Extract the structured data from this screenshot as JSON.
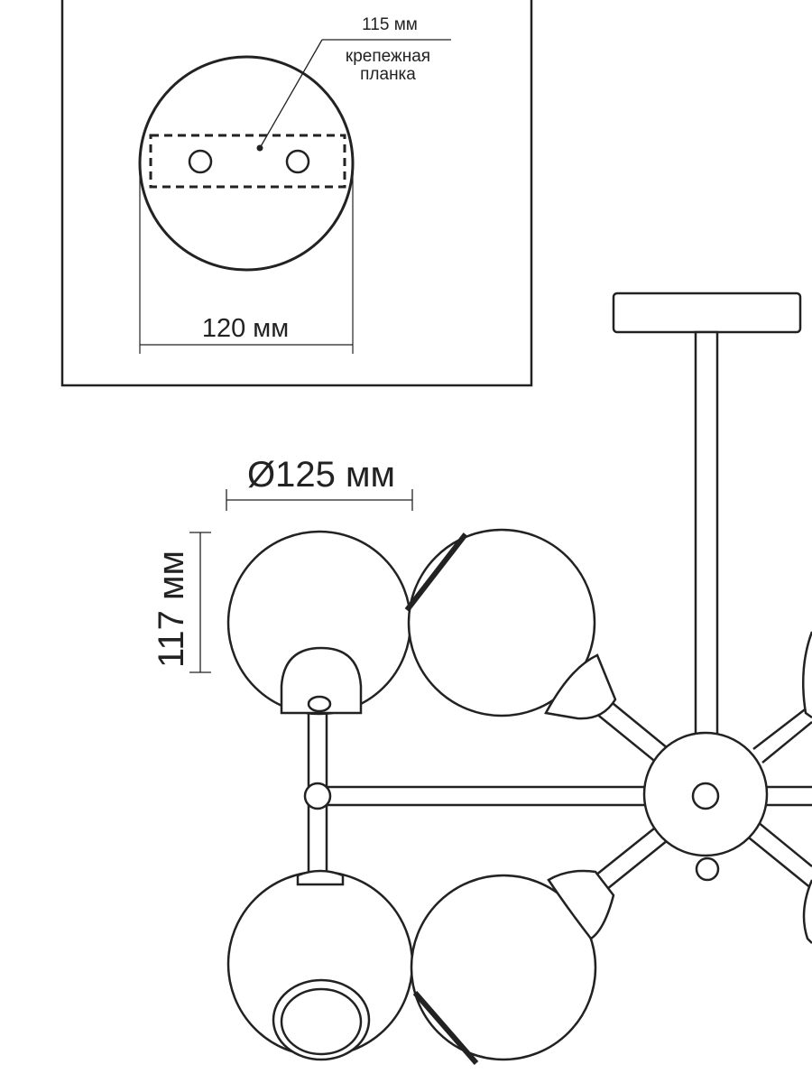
{
  "inset": {
    "plate_width_label": "115 мм",
    "plate_name_line1": "крепежная",
    "plate_name_line2": "планка",
    "canopy_diameter_label": "120 мм"
  },
  "dimensions": {
    "globe_diameter_label": "Ø125 мм",
    "globe_height_label": "117 мм"
  },
  "colors": {
    "stroke": "#222222",
    "background": "#ffffff",
    "dimension_line": "#777777"
  }
}
